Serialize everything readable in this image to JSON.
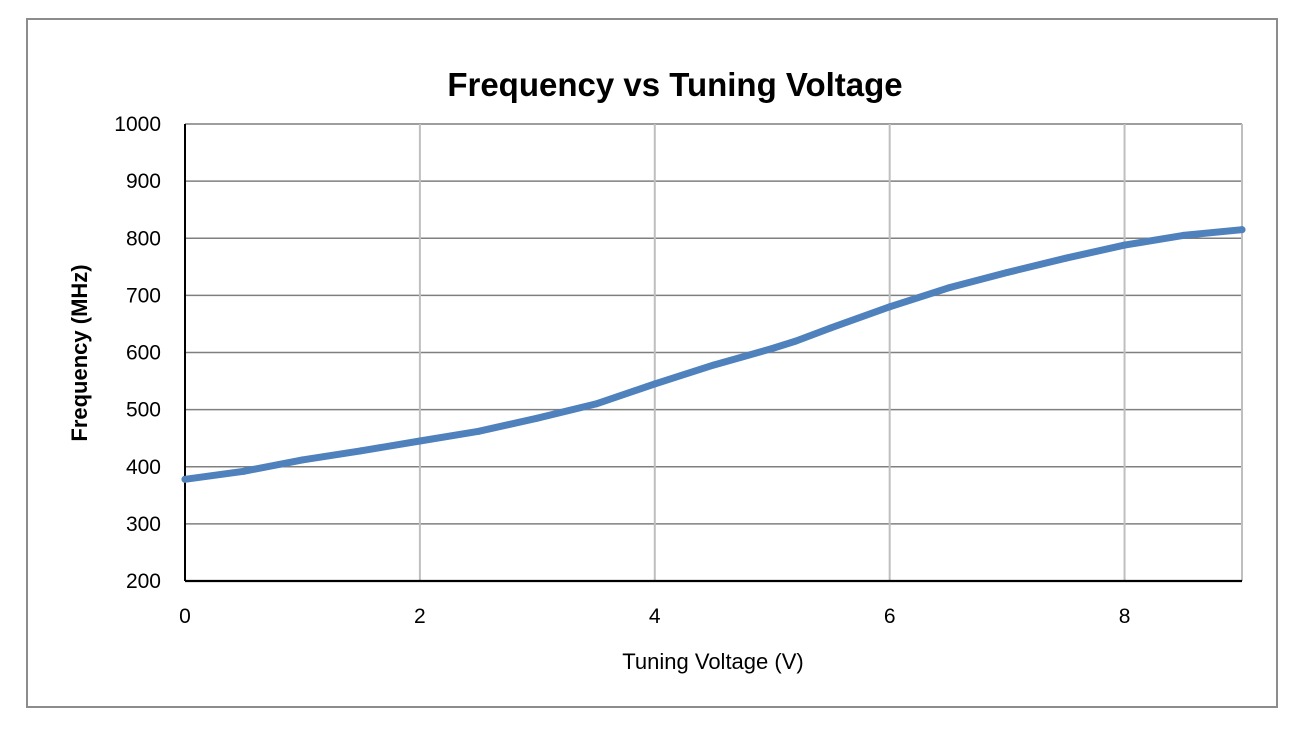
{
  "chart_data": {
    "type": "line",
    "title": "Frequency vs Tuning Voltage",
    "xlabel": "Tuning Voltage (V)",
    "ylabel": "Frequency (MHz)",
    "xlim": [
      0,
      9
    ],
    "ylim": [
      200,
      1000
    ],
    "x_ticks": [
      0,
      2,
      4,
      6,
      8
    ],
    "y_ticks": [
      200,
      300,
      400,
      500,
      600,
      700,
      800,
      900,
      1000
    ],
    "x_grid": true,
    "y_grid": true,
    "legend": "none",
    "line_color": "#4f81bd",
    "series": [
      {
        "x": [
          0,
          0.5,
          1.0,
          1.5,
          2.0,
          2.5,
          3.0,
          3.5,
          4.0,
          4.5,
          5.0,
          5.2,
          5.5,
          6.0,
          6.5,
          7.0,
          7.5,
          8.0,
          8.5,
          9.0
        ],
        "values": [
          378,
          392,
          412,
          428,
          445,
          462,
          485,
          510,
          545,
          578,
          607,
          620,
          643,
          680,
          713,
          740,
          765,
          788,
          805,
          815
        ]
      }
    ]
  }
}
